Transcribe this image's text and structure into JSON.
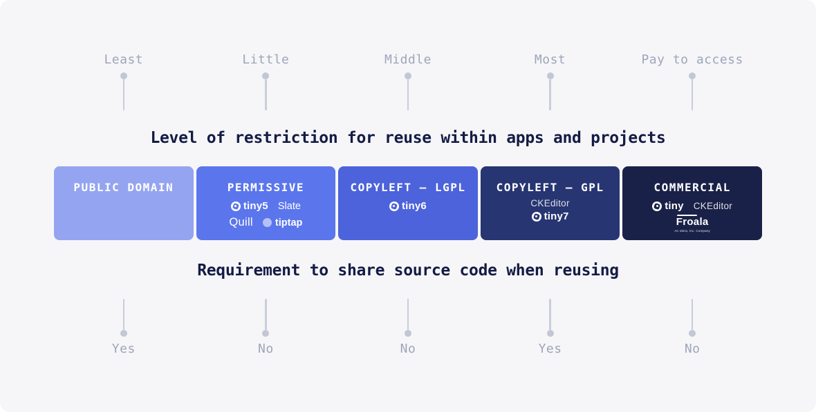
{
  "panel": {
    "background": "#f6f6f8"
  },
  "top_axis": {
    "title": "Level of restriction for reuse within apps and projects",
    "labels": [
      "Least",
      "Little",
      "Middle",
      "Most",
      "Pay to access"
    ]
  },
  "bottom_axis": {
    "title": "Requirement to share source code when reusing",
    "labels": [
      "Yes",
      "No",
      "No",
      "Yes",
      "No"
    ]
  },
  "colors": {
    "title_text": "#141b45",
    "axis_label": "#9ea5bb",
    "pin": "#c6cad7"
  },
  "cards": [
    {
      "title": "PUBLIC DOMAIN",
      "color": "#94a4f0"
    },
    {
      "title": "PERMISSIVE",
      "color": "#5b76ec",
      "logos": {
        "tiny": "tiny5",
        "slate": "Slate",
        "quill": "Quill",
        "tiptap": "tiptap"
      }
    },
    {
      "title": "COPYLEFT — LGPL",
      "color": "#4c63db",
      "logos": {
        "tiny": "tiny6"
      }
    },
    {
      "title": "COPYLEFT — GPL",
      "color": "#273572",
      "logos": {
        "ckeditor": "CKEditor",
        "tiny": "tiny7"
      }
    },
    {
      "title": "COMMERCIAL",
      "color": "#1a2148",
      "logos": {
        "tiny": "tiny",
        "ckeditor": "CKEditor",
        "froala": "Froala",
        "froala_sub": "An Idera, Inc. Company"
      }
    }
  ]
}
